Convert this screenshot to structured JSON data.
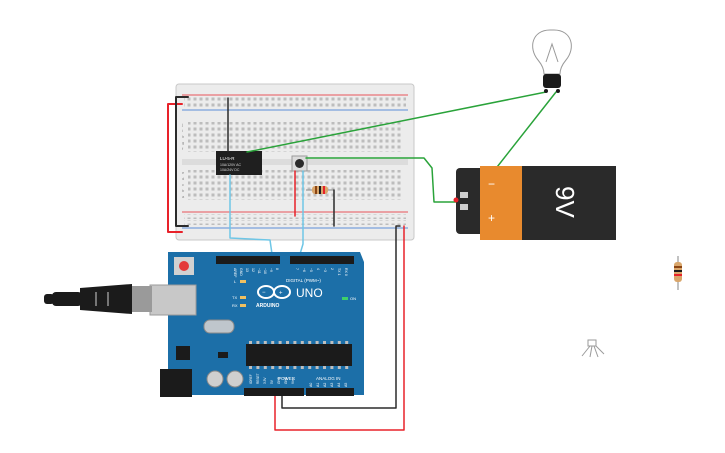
{
  "relay": {
    "label": "LU-5-R",
    "spec1": "10A/120V AC",
    "spec2": "10A/24V DC"
  },
  "battery": {
    "label": "9V",
    "plus": "+",
    "minus": "−"
  },
  "arduino": {
    "brand": "ARDUINO",
    "model": "UNO",
    "digital_label": "DIGITAL (PWM~)",
    "power_label": "POWER",
    "analog_label": "ANALOG IN",
    "on_label": "ON",
    "tx_label": "TX",
    "rx_label": "RX",
    "l_label": "L",
    "top_pins": [
      "AREF",
      "GND",
      "13",
      "12",
      "~11",
      "~10",
      "~9",
      "8",
      "7",
      "~6",
      "~5",
      "4",
      "~3",
      "2",
      "TX 1",
      "RX 0"
    ],
    "power_pins": [
      "IOREF",
      "RESET",
      "3.3V",
      "5V",
      "GND",
      "GND",
      "Vin"
    ],
    "analog_pins": [
      "A0",
      "A1",
      "A2",
      "A3",
      "A4",
      "A5"
    ]
  },
  "breadboard": {
    "row_letters_top": [
      "j",
      "i",
      "h",
      "g",
      "f"
    ],
    "row_letters_bottom": [
      "e",
      "d",
      "c",
      "b",
      "a"
    ]
  },
  "colors": {
    "wire_red": "#e8222a",
    "wire_black": "#2b2b2b",
    "wire_green": "#2aa33a",
    "wire_cyan": "#6ec6e6",
    "arduino_blue": "#1c6fa8",
    "battery_orange": "#e88a2e",
    "battery_black": "#2a2a2a"
  },
  "icons": [
    "light-bulb-icon",
    "resistor-icon",
    "rgb-led-icon",
    "usb-cable-icon",
    "pushbutton-icon"
  ]
}
